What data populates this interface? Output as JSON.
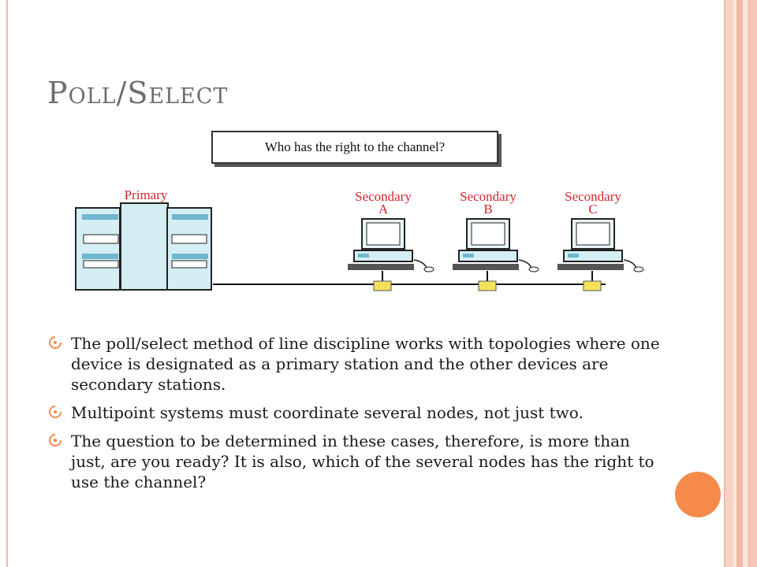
{
  "slide": {
    "title": "Poll/Select",
    "accent_color": "#f58a4b",
    "border_color": "#f0b9a8"
  },
  "diagram": {
    "question": "Who has the right to the channel?",
    "primary_label": "Primary",
    "secondaries": [
      {
        "label_line1": "Secondary",
        "label_line2": "A"
      },
      {
        "label_line1": "Secondary",
        "label_line2": "B"
      },
      {
        "label_line1": "Secondary",
        "label_line2": "C"
      }
    ],
    "label_color": "#d1262e"
  },
  "bullets": [
    "The poll/select method of line discipline works with topologies where one device is designated as a primary station and the other devices are secondary stations.",
    "Multipoint systems must coordinate several nodes, not just two.",
    "The question to be determined in these cases, therefore, is more than just, are you ready? It is also, which of the several nodes has the right to use the channel?"
  ]
}
